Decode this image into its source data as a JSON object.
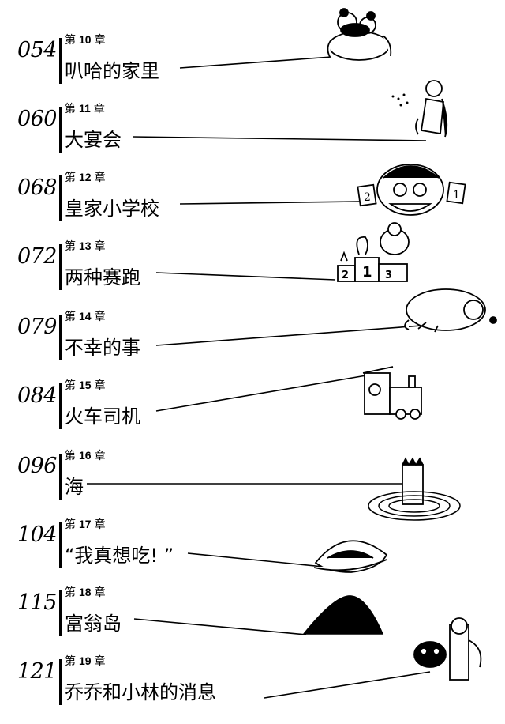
{
  "chapter_prefix": "第",
  "chapter_suffix": "章",
  "entries": [
    {
      "page": "054",
      "number": "10",
      "title": "叭哈的家里",
      "icon": "bears-hugging-icon"
    },
    {
      "page": "060",
      "number": "11",
      "title": "大宴会",
      "icon": "sneezing-man-icon"
    },
    {
      "page": "068",
      "number": "12",
      "title": "皇家小学校",
      "icon": "grinning-face-icon"
    },
    {
      "page": "072",
      "number": "13",
      "title": "两种赛跑",
      "icon": "winners-podium-icon"
    },
    {
      "page": "079",
      "number": "14",
      "title": "不幸的事",
      "icon": "fallen-elephant-icon"
    },
    {
      "page": "084",
      "number": "15",
      "title": "火车司机",
      "icon": "locomotive-icon"
    },
    {
      "page": "096",
      "number": "16",
      "title": "海",
      "icon": "sinking-tower-icon"
    },
    {
      "page": "104",
      "number": "17",
      "title": "“我真想吃! ”",
      "icon": "shell-creature-icon"
    },
    {
      "page": "115",
      "number": "18",
      "title": "富翁岛",
      "icon": "island-mound-icon"
    },
    {
      "page": "121",
      "number": "19",
      "title": "乔乔和小林的消息",
      "icon": "cat-and-boy-icon"
    }
  ],
  "colors": {
    "ink": "#000000",
    "paper": "#ffffff"
  }
}
